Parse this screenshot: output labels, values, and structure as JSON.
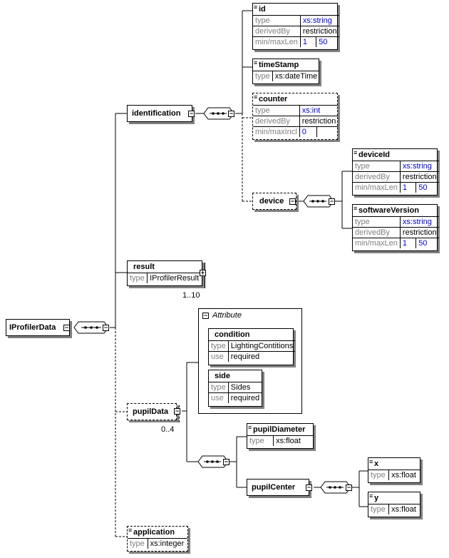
{
  "root": {
    "name": "IProfilerData"
  },
  "identification": {
    "name": "identification"
  },
  "id": {
    "name": "id",
    "rows": [
      [
        "type",
        "xs:string"
      ],
      [
        "derivedBy",
        "restriction"
      ],
      [
        "min/maxLen",
        "1",
        "50"
      ]
    ]
  },
  "timeStamp": {
    "name": "timeStamp",
    "rows": [
      [
        "type",
        "xs:dateTime"
      ]
    ]
  },
  "counter": {
    "name": "counter",
    "rows": [
      [
        "type",
        "xs:int"
      ],
      [
        "derivedBy",
        "restriction"
      ],
      [
        "min/maxIncl",
        "0",
        ""
      ]
    ]
  },
  "device": {
    "name": "device"
  },
  "deviceId": {
    "name": "deviceId",
    "rows": [
      [
        "type",
        "xs:string"
      ],
      [
        "derivedBy",
        "restriction"
      ],
      [
        "min/maxLen",
        "1",
        "50"
      ]
    ]
  },
  "softwareVersion": {
    "name": "softwareVersion",
    "rows": [
      [
        "type",
        "xs:string"
      ],
      [
        "derivedBy",
        "restriction"
      ],
      [
        "min/maxLen",
        "1",
        "50"
      ]
    ]
  },
  "result": {
    "name": "result",
    "rows": [
      [
        "type",
        "IProfilerResult"
      ]
    ],
    "multiplicity": "1..10"
  },
  "attribute_group": {
    "label": "Attribute"
  },
  "condition": {
    "name": "condition",
    "rows": [
      [
        "type",
        "LightingContitions"
      ],
      [
        "use",
        "required"
      ]
    ]
  },
  "side": {
    "name": "side",
    "rows": [
      [
        "type",
        "Sides"
      ],
      [
        "use",
        "required"
      ]
    ]
  },
  "pupilData": {
    "name": "pupilData",
    "multiplicity": "0..4"
  },
  "pupilDiameter": {
    "name": "pupilDiameter",
    "rows": [
      [
        "type",
        "xs:float"
      ]
    ]
  },
  "pupilCenter": {
    "name": "pupilCenter"
  },
  "x": {
    "name": "x",
    "rows": [
      [
        "type",
        "xs:float"
      ]
    ]
  },
  "y": {
    "name": "y",
    "rows": [
      [
        "type",
        "xs:float"
      ]
    ]
  },
  "application": {
    "name": "application",
    "rows": [
      [
        "type",
        "xs:integer"
      ]
    ]
  },
  "colors": {
    "value_blue": "#0000cc",
    "key_gray": "#808080",
    "shadow": "#808080"
  },
  "icons": {
    "collapse": "minus-box-icon",
    "expand": "plus-box-icon",
    "sequence": "sequence-compositor-icon"
  }
}
